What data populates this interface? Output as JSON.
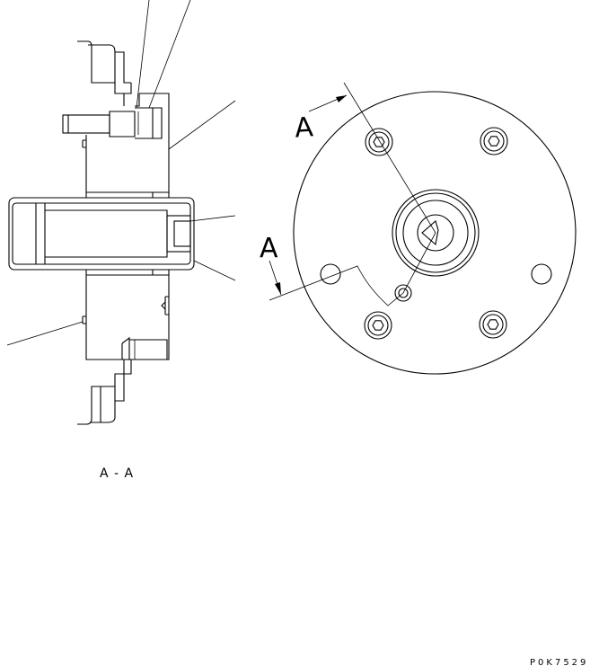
{
  "labels": {
    "section_arrow_top": "A",
    "section_arrow_bottom": "A",
    "section_view_title": "A - A",
    "drawing_code": "P0K7529"
  },
  "colors": {
    "line": "#000000",
    "background": "#ffffff"
  }
}
